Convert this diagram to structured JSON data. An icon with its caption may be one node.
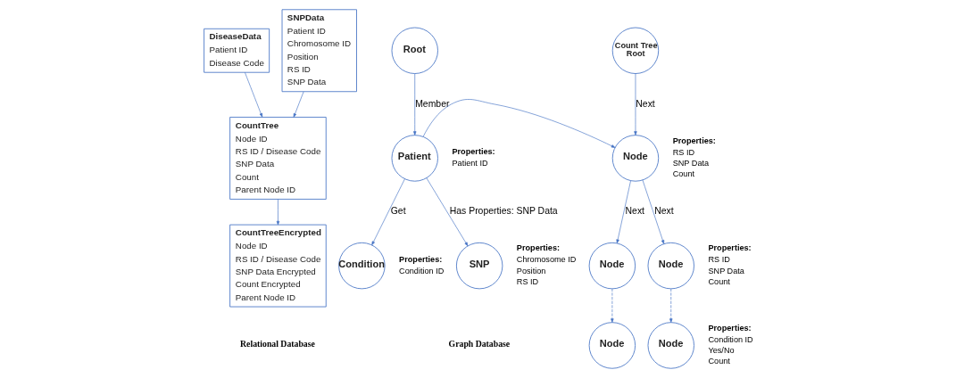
{
  "diagram": {
    "nodes": [
      {
        "text": [
          "DiseaseData",
          "Patient ID",
          "Disease Code"
        ]
      },
      {
        "text": [
          "SNPData",
          "Patient ID",
          "Chromosome ID",
          "Position",
          "RS ID",
          "SNP Data"
        ]
      },
      {
        "text": [
          "CountTree",
          "Node ID",
          "RS ID / Disease Code",
          "SNP Data",
          "Count",
          "Parent Node ID"
        ]
      },
      {
        "text": [
          "CountTreeEncrypted",
          "Node ID",
          "RS ID / Disease Code",
          "SNP Data Encrypted",
          "Count Encrypted",
          "Parent Node ID"
        ]
      },
      {
        "text": [
          "Root"
        ]
      },
      {
        "text": [
          "Patient"
        ],
        "beside": [
          "Properties:",
          "Patient ID"
        ]
      },
      {
        "text": [
          "Condition"
        ],
        "beside": [
          "Properties:",
          "Condition ID"
        ]
      },
      {
        "text": [
          "SNP"
        ],
        "beside": [
          "Properties:",
          "Chromosome ID",
          "Position",
          "RS ID"
        ]
      },
      {
        "text": [
          "Count Tree Root"
        ]
      },
      {
        "text": [
          "Node"
        ],
        "beside": [
          "Properties:",
          "RS ID",
          "SNP Data",
          "Count"
        ]
      },
      {
        "text": [
          "Node"
        ]
      },
      {
        "text": [
          "Node"
        ],
        "beside": [
          "Properties:",
          "RS ID",
          "SNP Data",
          "Count"
        ]
      },
      {
        "text": [
          "Node"
        ]
      },
      {
        "text": [
          "Node"
        ],
        "beside": [
          "Properties:",
          "Condition ID",
          "Yes/No",
          "Count"
        ]
      }
    ],
    "edges": [
      {
        "from": 0,
        "to": 2,
        "arrow": "to"
      },
      {
        "from": 1,
        "to": 2,
        "arrow": "to"
      },
      {
        "from": 2,
        "to": 3,
        "arrow": "to"
      },
      {
        "from": 4,
        "to": 5,
        "arrow": "to",
        "label": "Member"
      },
      {
        "from": 5,
        "to": 6,
        "arrow": "to",
        "label": "Get"
      },
      {
        "from": 5,
        "to": 7,
        "arrow": "to",
        "label": "Has Properties: SNP Data"
      },
      {
        "from": 5,
        "to": 9,
        "arrow": "to"
      },
      {
        "from": 8,
        "to": 9,
        "arrow": "to",
        "label": "Next"
      },
      {
        "from": 9,
        "to": 10,
        "arrow": "to",
        "label": "Next"
      },
      {
        "from": 9,
        "to": 11,
        "arrow": "to",
        "label": "Next"
      },
      {
        "from": 10,
        "to": 12,
        "arrow": "to",
        "style": "dashed"
      },
      {
        "from": 11,
        "to": 13,
        "arrow": "to",
        "style": "dashed"
      }
    ],
    "labels": [
      "Relational Database",
      "Graph Database"
    ]
  }
}
